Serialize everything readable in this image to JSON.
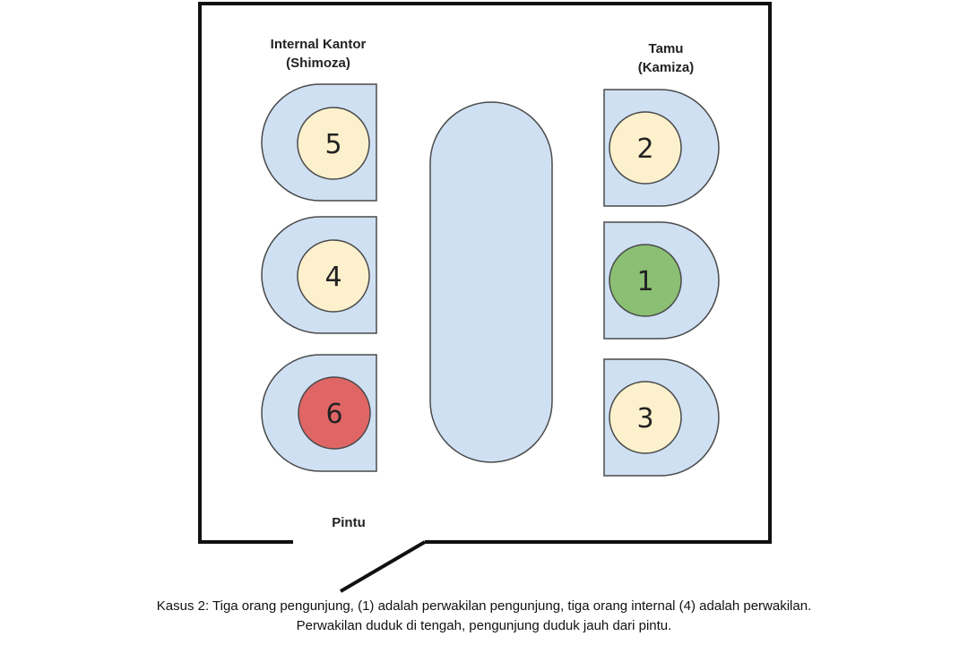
{
  "labels": {
    "internal_line1": "Internal Kantor",
    "internal_line2": "(Shimoza)",
    "guest_line1": "Tamu",
    "guest_line2": "(Kamiza)",
    "door": "Pintu"
  },
  "seats": {
    "left_top": "5",
    "left_middle": "4",
    "left_bottom": "6",
    "right_top": "2",
    "right_middle": "1",
    "right_bottom": "3"
  },
  "colors": {
    "seat_fill": "#cfe0f3",
    "person_default": "#fdf1cd",
    "person_representative_guest": "#8bbf73",
    "person_representative_internal": "#e06666",
    "table_fill": "#cfe0f3",
    "wall": "#111111"
  },
  "caption": {
    "line1": "Kasus 2: Tiga orang pengunjung, (1) adalah perwakilan pengunjung, tiga orang internal (4) adalah perwakilan.",
    "line2": "Perwakilan duduk di tengah, pengunjung duduk jauh dari pintu."
  }
}
